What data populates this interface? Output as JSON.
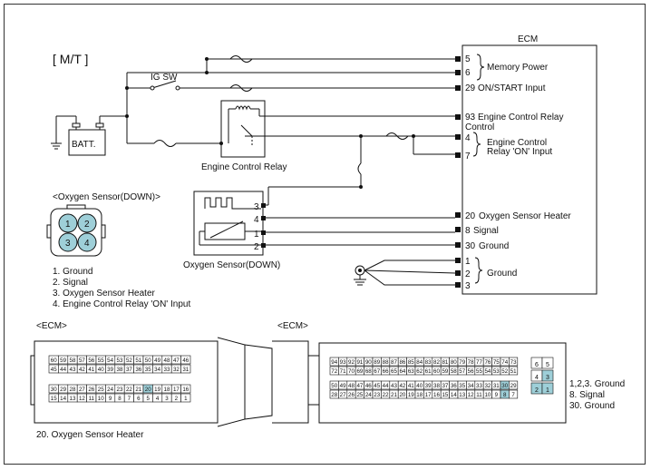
{
  "mode_label": "[ M/T ]",
  "ecm": {
    "title": "ECM",
    "pins": [
      {
        "num": "5",
        "label": ""
      },
      {
        "num": "6",
        "label": ""
      },
      {
        "num": "29",
        "label": "ON/START Input"
      },
      {
        "num": "93",
        "label": "Engine Control Relay"
      },
      {
        "num": "4",
        "label": ""
      },
      {
        "num": "7",
        "label": ""
      },
      {
        "num": "20",
        "label": "Oxygen Sensor Heater"
      },
      {
        "num": "8",
        "label": "Signal"
      },
      {
        "num": "30",
        "label": "Ground"
      },
      {
        "num": "1",
        "label": ""
      },
      {
        "num": "2",
        "label": ""
      },
      {
        "num": "3",
        "label": ""
      }
    ],
    "memory_power": "Memory Power",
    "control_cont": "Control",
    "relay_on_line1": "Engine Control",
    "relay_on_line2": "Relay 'ON' Input",
    "ground_group": "Ground"
  },
  "ig_sw": "IG SW",
  "battery": "BATT.",
  "relay_caption": "Engine Control Relay",
  "sensor_caption": "Oxygen Sensor(DOWN)",
  "sensor_pins": [
    "3",
    "4",
    "1",
    "2"
  ],
  "sensor_connector": {
    "title": "<Oxygen Sensor(DOWN)>",
    "cells": [
      "1",
      "2",
      "3",
      "4"
    ],
    "legend": [
      "1. Ground",
      "2. Signal",
      "3. Oxygen Sensor Heater",
      "4. Engine Control Relay 'ON' Input"
    ]
  },
  "ecm_left_connector": {
    "title": "<ECM>",
    "row1": [
      "60",
      "59",
      "58",
      "57",
      "56",
      "55",
      "54",
      "53",
      "52",
      "51",
      "50",
      "49",
      "48",
      "47",
      "46"
    ],
    "row2": [
      "45",
      "44",
      "43",
      "42",
      "41",
      "40",
      "39",
      "38",
      "37",
      "36",
      "35",
      "34",
      "33",
      "32",
      "31"
    ],
    "row3": [
      "30",
      "29",
      "28",
      "27",
      "26",
      "25",
      "24",
      "23",
      "22",
      "21",
      "20",
      "19",
      "18",
      "17",
      "16"
    ],
    "row4": [
      "15",
      "14",
      "13",
      "12",
      "11",
      "10",
      "9",
      "8",
      "7",
      "6",
      "5",
      "4",
      "3",
      "2",
      "1"
    ],
    "highlight": "20",
    "legend": "20. Oxygen Sensor Heater"
  },
  "ecm_right_connector": {
    "title": "<ECM>",
    "row1": [
      "94",
      "93",
      "92",
      "91",
      "90",
      "89",
      "88",
      "87",
      "86",
      "85",
      "84",
      "83",
      "82",
      "81",
      "80",
      "79",
      "78",
      "77",
      "76",
      "75",
      "74",
      "73"
    ],
    "row2": [
      "72",
      "71",
      "70",
      "69",
      "68",
      "67",
      "66",
      "65",
      "64",
      "63",
      "62",
      "61",
      "60",
      "59",
      "58",
      "57",
      "56",
      "55",
      "54",
      "53",
      "52",
      "51"
    ],
    "row3": [
      "50",
      "49",
      "48",
      "47",
      "46",
      "45",
      "44",
      "43",
      "42",
      "41",
      "40",
      "39",
      "38",
      "37",
      "36",
      "35",
      "34",
      "33",
      "32",
      "31",
      "30",
      "29"
    ],
    "row4": [
      "28",
      "27",
      "26",
      "25",
      "24",
      "23",
      "22",
      "21",
      "20",
      "19",
      "18",
      "17",
      "16",
      "15",
      "14",
      "13",
      "12",
      "11",
      "10",
      "9",
      "8",
      "7"
    ],
    "small": [
      "6",
      "5",
      "4",
      "3",
      "2",
      "1"
    ],
    "highlights": [
      "30",
      "8",
      "3",
      "2",
      "1"
    ],
    "legend": [
      "1,2,3. Ground",
      "8. Signal",
      "30. Ground"
    ]
  }
}
